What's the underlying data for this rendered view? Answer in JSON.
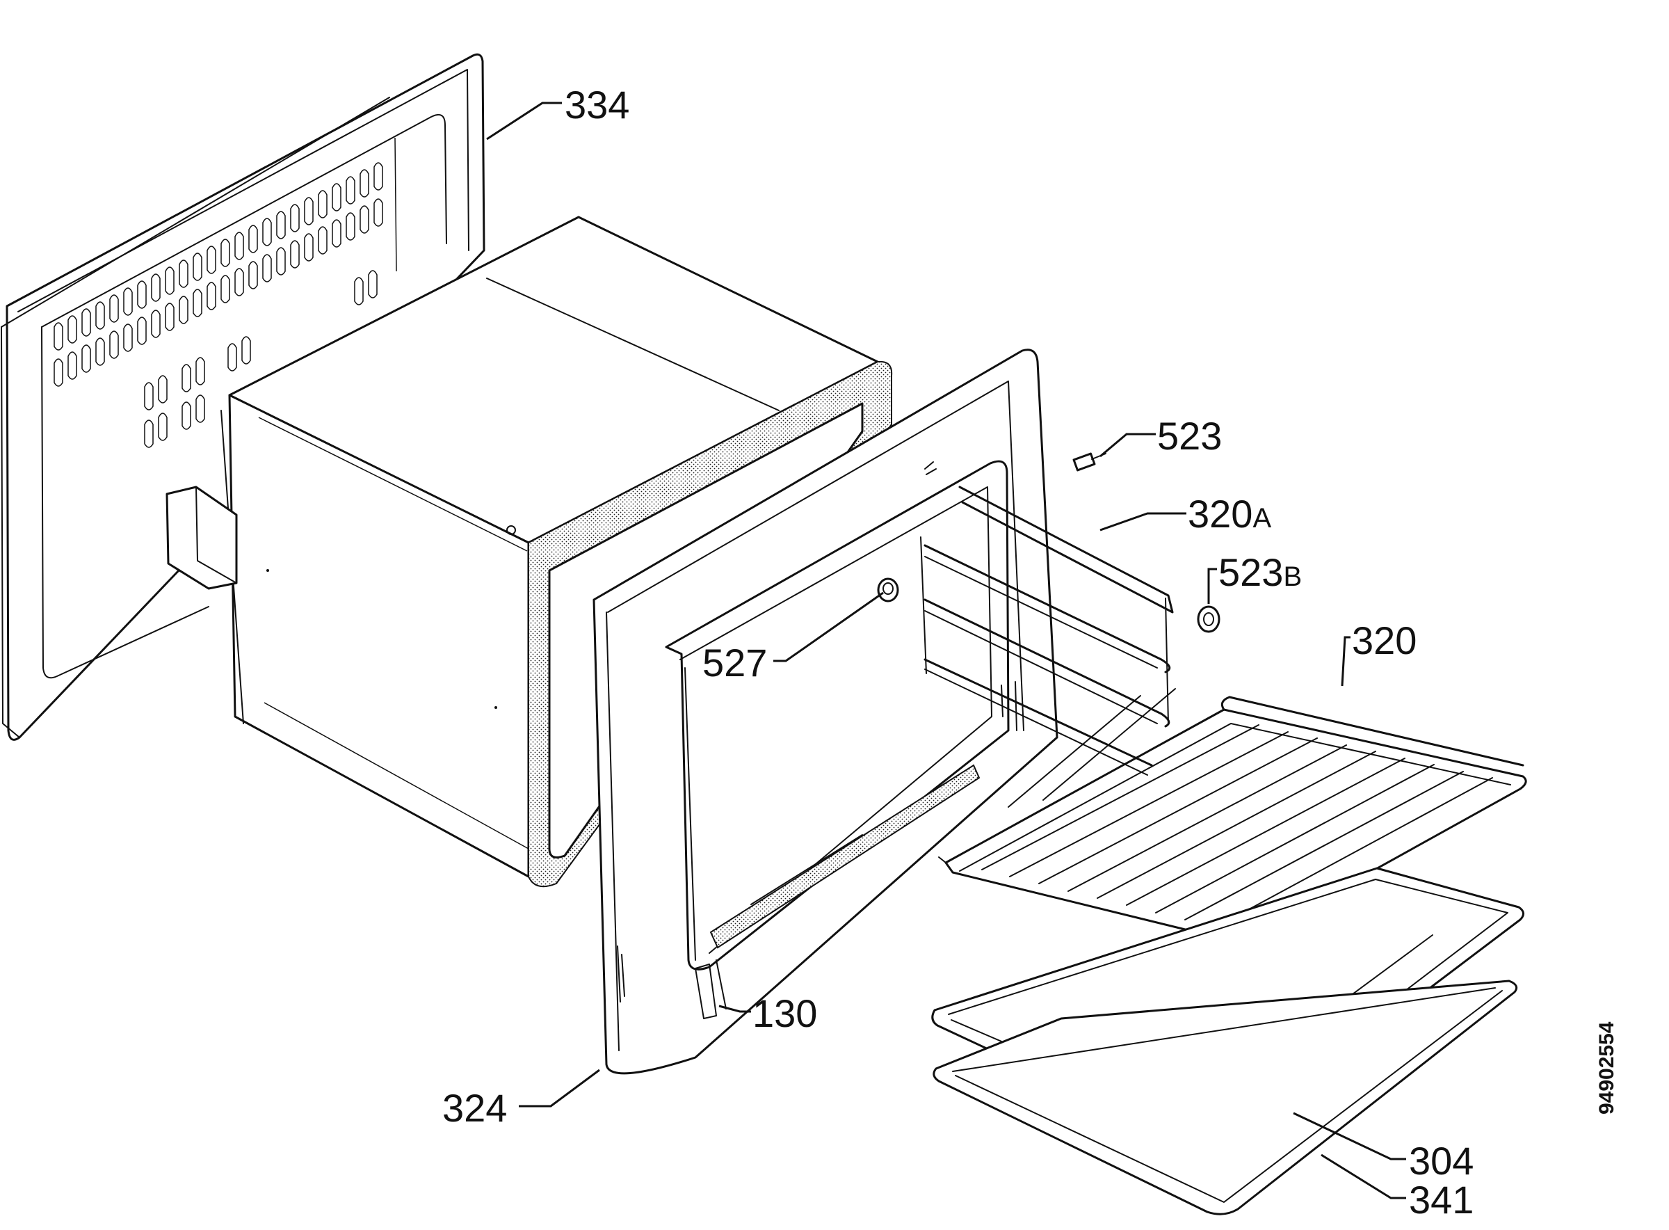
{
  "diagram": {
    "document_id": "94902554",
    "callouts": [
      {
        "id": "334",
        "main": "334",
        "suffix": ""
      },
      {
        "id": "523",
        "main": "523",
        "suffix": ""
      },
      {
        "id": "320A",
        "main": "320",
        "suffix": "A"
      },
      {
        "id": "523B",
        "main": "523",
        "suffix": "B"
      },
      {
        "id": "320",
        "main": "320",
        "suffix": ""
      },
      {
        "id": "527",
        "main": "527",
        "suffix": ""
      },
      {
        "id": "130",
        "main": "130",
        "suffix": ""
      },
      {
        "id": "324",
        "main": "324",
        "suffix": ""
      },
      {
        "id": "304",
        "main": "304",
        "suffix": ""
      },
      {
        "id": "341",
        "main": "341",
        "suffix": ""
      }
    ]
  }
}
